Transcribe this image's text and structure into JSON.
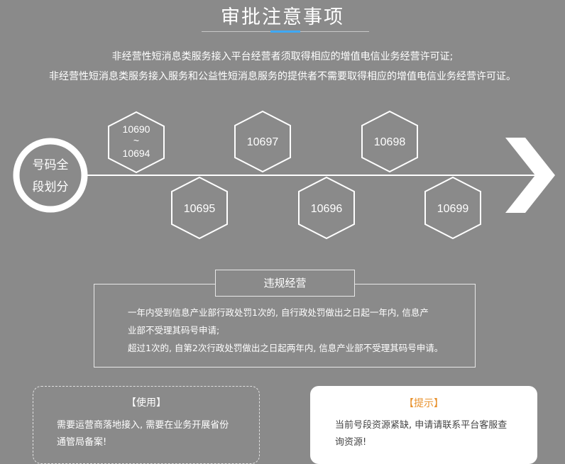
{
  "header": {
    "title": "审批注意事项"
  },
  "intro": {
    "line1": "非经营性短消息类服务接入平台经营者须取得相应的增值电信业务经营许可证;",
    "line2": "非经营性短消息类服务接入服务和公益性短消息服务的提供者不需要取得相应的增值电信业务经营许可证。"
  },
  "diagram": {
    "circle_label_line1": "号码全",
    "circle_label_line2": "段划分",
    "segments": {
      "top1_line1": "10690",
      "top1_line2": "~",
      "top1_line3": "10694",
      "top2": "10697",
      "top3": "10698",
      "bottom1": "10695",
      "bottom2": "10696",
      "bottom3": "10699"
    }
  },
  "violation": {
    "title": "违规经营",
    "line1": "一年内受到信息产业部行政处罚1次的, 自行政处罚做出之日起一年内, 信息产",
    "line2": "业部不受理其码号申请;",
    "line3": "超过1次的, 自第2次行政处罚做出之日起两年内, 信息产业部不受理其码号申请。"
  },
  "usage": {
    "title": "【使用】",
    "line1": "需要运营商落地接入, 需要在业务开展省份",
    "line2": "通管局备案!"
  },
  "tip": {
    "title": "【提示】",
    "line1": "当前号段资源紧缺, 申请请联系平台客服查",
    "line2": "询资源!"
  },
  "colors": {
    "background": "#8a8a8a",
    "accent_blue": "#3fa9f5",
    "tip_orange": "#e8902a"
  }
}
